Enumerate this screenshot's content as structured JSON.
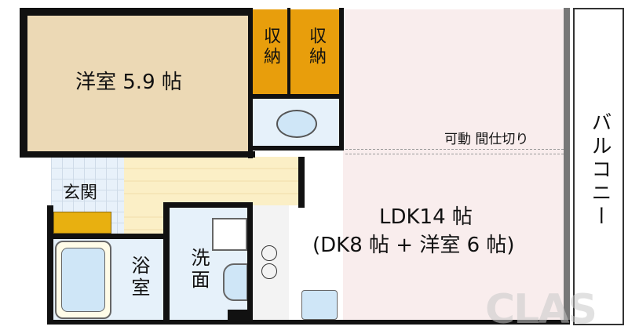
{
  "rooms": {
    "western_room": "洋室 5.9 帖",
    "closet_1": "収納",
    "closet_2": "収納",
    "entrance": "玄関",
    "bathroom": "浴室",
    "washroom": "洗面",
    "ldk": "LDK14 帖",
    "ldk_detail": "(DK8 帖 + 洋室 6 帖)",
    "partition": "可動 間仕切り",
    "balcony": "バルコニー"
  },
  "watermark": "CLAS",
  "colors": {
    "western": "#ecd9b5",
    "closet": "#e89e0c",
    "ldk": "#f9eded",
    "wet": "#e6f1fa",
    "hall": "#fbefc6"
  }
}
